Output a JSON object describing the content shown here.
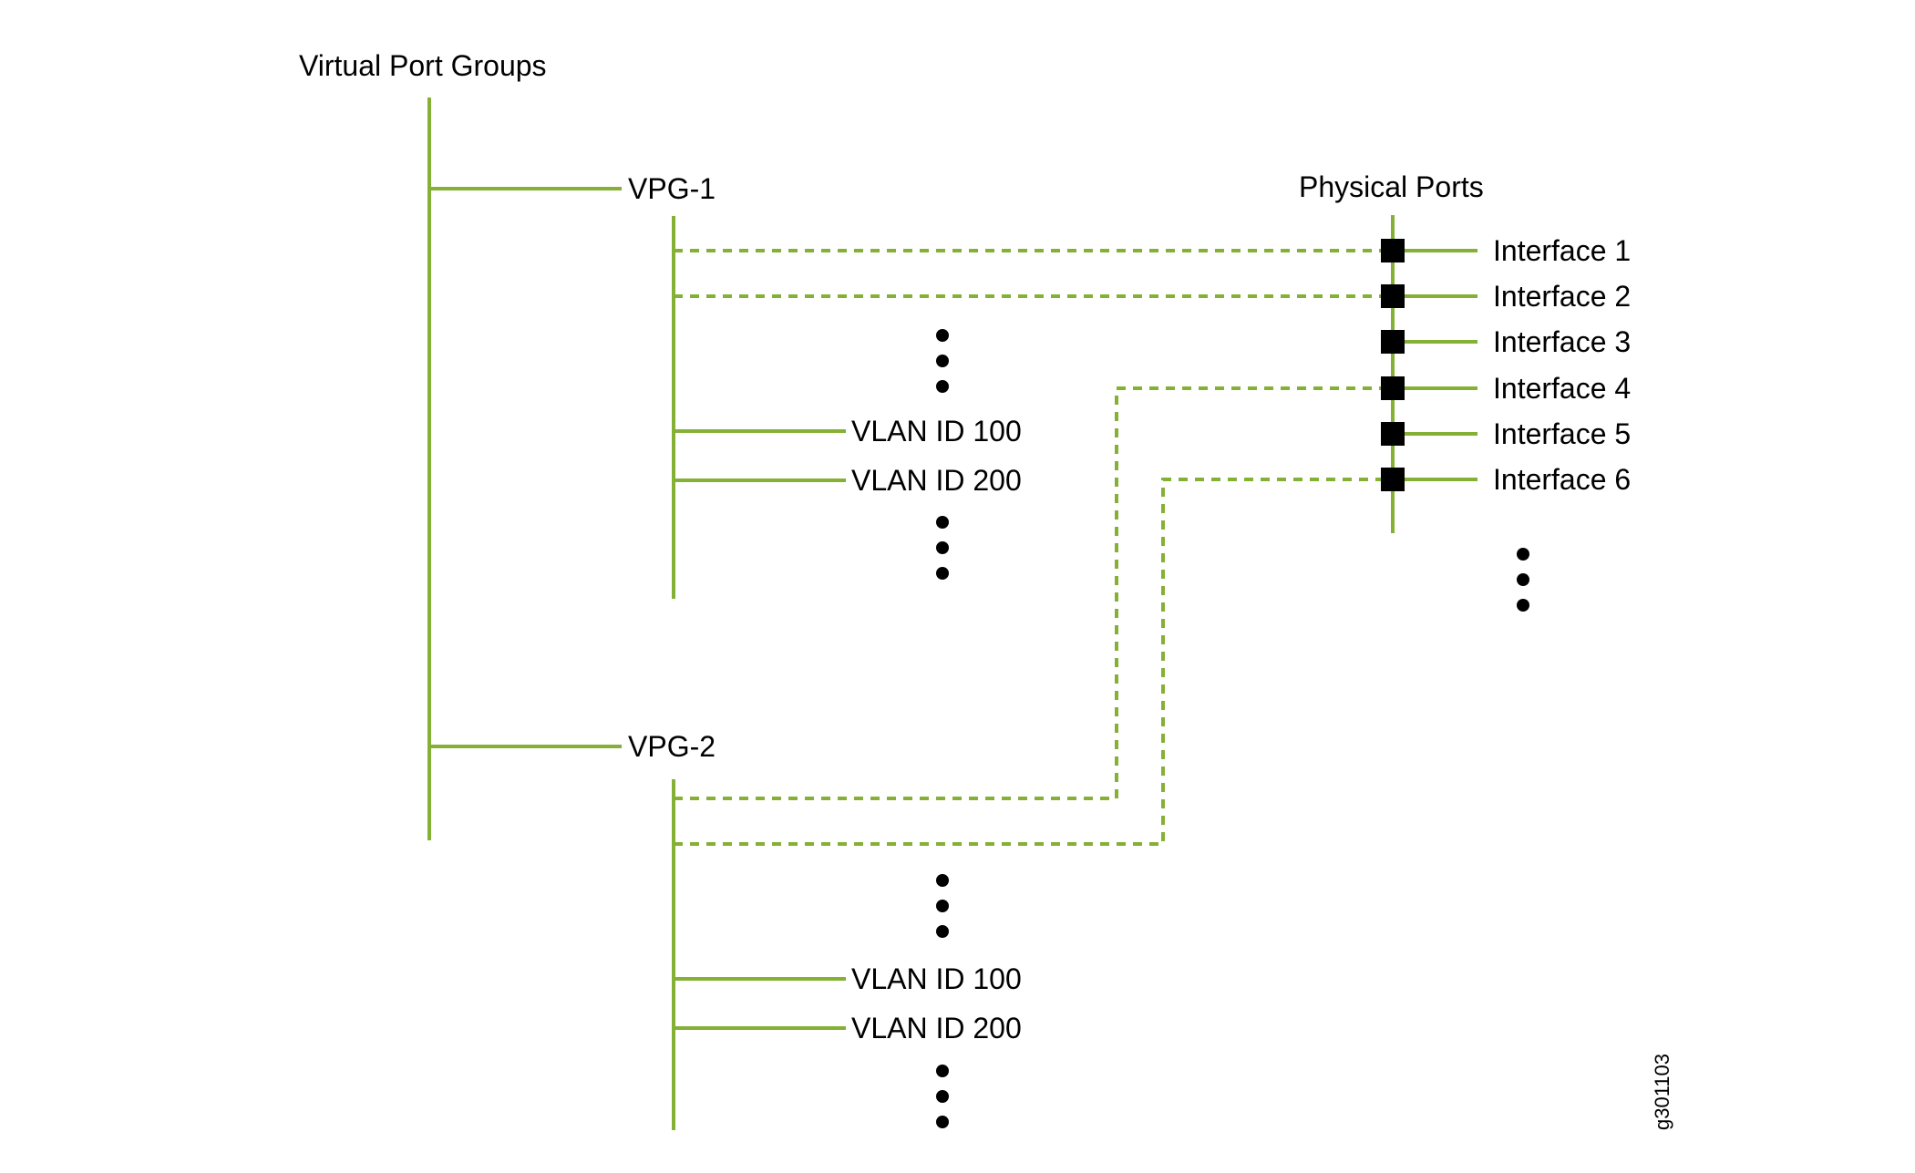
{
  "diagram": {
    "root_label": "Virtual Port Groups",
    "physical_label": "Physical Ports",
    "figure_id": "g301103",
    "line_color": "#84b135",
    "vpgs": [
      {
        "label": "VPG-1",
        "vlans": [
          "VLAN ID 100",
          "VLAN ID 200"
        ]
      },
      {
        "label": "VPG-2",
        "vlans": [
          "VLAN ID 100",
          "VLAN ID 200"
        ]
      }
    ],
    "interfaces": [
      "Interface 1",
      "Interface 2",
      "Interface 3",
      "Interface 4",
      "Interface 5",
      "Interface 6"
    ],
    "links": [
      {
        "vpg": "VPG-1",
        "interface": "Interface 1"
      },
      {
        "vpg": "VPG-1",
        "interface": "Interface 2"
      },
      {
        "vpg": "VPG-2",
        "interface": "Interface 4"
      },
      {
        "vpg": "VPG-2",
        "interface": "Interface 6"
      }
    ]
  }
}
